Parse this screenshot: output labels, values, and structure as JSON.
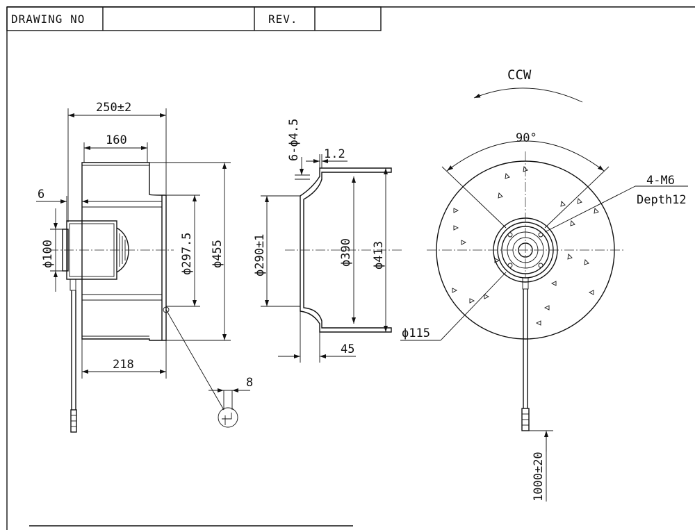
{
  "title_block": {
    "drawing_no_label": "DRAWING NO",
    "drawing_no_value": "",
    "rev_label": "REV.",
    "rev_value": ""
  },
  "side_view": {
    "dim_overall_depth": "250±2",
    "dim_motor_depth": "160",
    "dim_offset": "6",
    "dim_hub_dia": "ϕ100",
    "dim_inlet_dia": "ϕ297.5",
    "dim_outer_dia": "ϕ455",
    "dim_base_depth": "218",
    "dim_detail": "8"
  },
  "ring_view": {
    "dim_holes": "6-ϕ4.5",
    "dim_thickness": "1.2",
    "dim_inner_dia": "ϕ290±1",
    "dim_mid_dia": "ϕ390",
    "dim_outer_dia": "ϕ413",
    "dim_depth": "45"
  },
  "front_view": {
    "rotation": "CCW",
    "angle": "90°",
    "thread_spec": "4-M6",
    "thread_depth": "Depth12",
    "dim_hub_dia": "ϕ115",
    "dim_cable_length": "1000±20"
  }
}
